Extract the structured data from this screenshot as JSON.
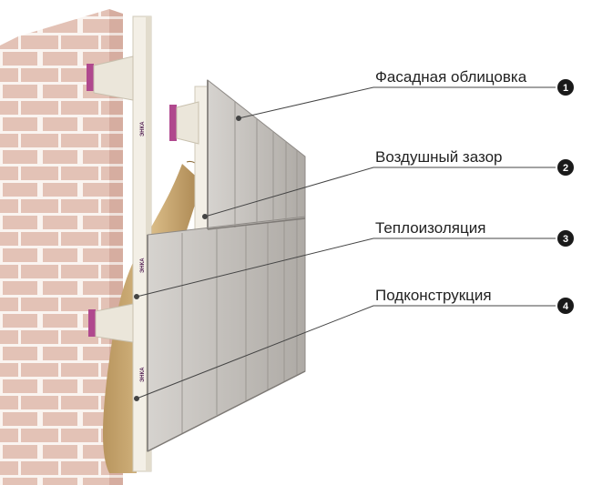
{
  "callouts": [
    {
      "number": "1",
      "label": "Фасадная облицовка"
    },
    {
      "number": "2",
      "label": "Воздушный зазор"
    },
    {
      "number": "3",
      "label": "Теплоизоляция"
    },
    {
      "number": "4",
      "label": "Подконструкция"
    }
  ],
  "rail_brand": "ЭНКА",
  "colors": {
    "brick": "#e3c2b6",
    "mortar": "#faf4f0",
    "panel": "#c9c6c2",
    "panel_edge": "#8e8a86",
    "rail": "#f3efe6",
    "insulation": "#c9a770",
    "bracket_pad": "#b0488e",
    "badge": "#1a1a1a",
    "leader": "#444444"
  }
}
